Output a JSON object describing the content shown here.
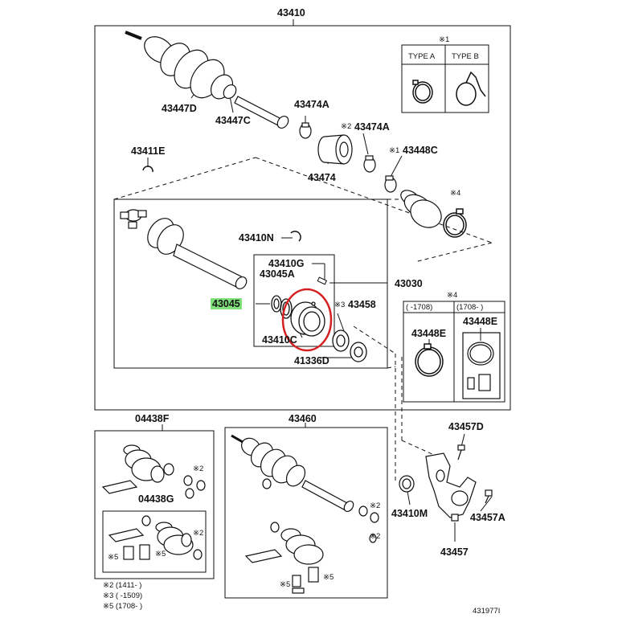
{
  "diagram": {
    "title": "43410",
    "figure_number": "431977I",
    "highlighted_part": "43045",
    "callouts": {
      "p43447D": "43447D",
      "p43447C": "43447C",
      "p43474A_1": "43474A",
      "p43474A_2": "43474A",
      "p43474": "43474",
      "p43448C": "43448C",
      "p43411E": "43411E",
      "p43410N": "43410N",
      "p43410G": "43410G",
      "p43045A": "43045A",
      "p43045": "43045",
      "p43030": "43030",
      "p43458": "43458",
      "p43410C": "43410C",
      "p41336D": "41336D",
      "p43448E_1": "43448E",
      "p43448E_2": "43448E",
      "p04438F": "04438F",
      "p04438G": "04438G",
      "p43460": "43460",
      "p43457D": "43457D",
      "p43410M": "43410M",
      "p43457A": "43457A",
      "p43457": "43457"
    },
    "marks": {
      "m1": "※1",
      "m2": "※2",
      "m3": "※3",
      "m4": "※4",
      "m5": "※5"
    },
    "type_box": {
      "header": "※1",
      "col_a": "TYPE A",
      "col_b": "TYPE B"
    },
    "date_box": {
      "header": "※4",
      "col_a": "(    -1708)",
      "col_b": "(1708-    )"
    },
    "legend": [
      "※2 (1411-    )",
      "※3 (    -1509)",
      "※5 (1708-    )"
    ],
    "colors": {
      "highlight": "#7fe07a",
      "circle": "#d42020",
      "line": "#111111"
    }
  }
}
